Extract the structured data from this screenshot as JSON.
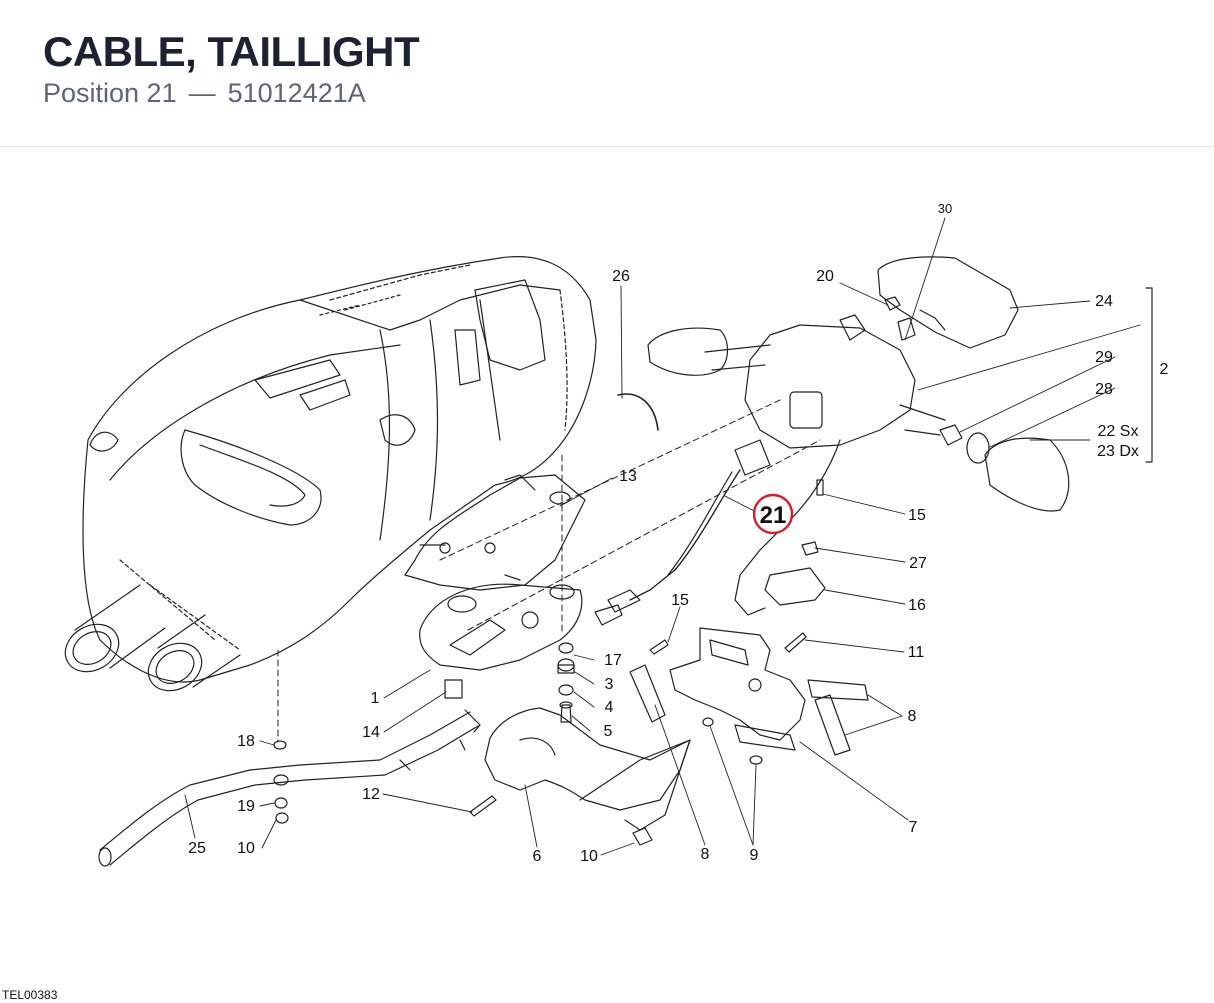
{
  "header": {
    "title": "CABLE, TAILLIGHT",
    "position_label": "Position 21",
    "separator": "—",
    "part_number": "51012421A"
  },
  "callouts": [
    {
      "id": "c30",
      "label": "30"
    },
    {
      "id": "c26",
      "label": "26"
    },
    {
      "id": "c20",
      "label": "20"
    },
    {
      "id": "c24",
      "label": "24"
    },
    {
      "id": "c29",
      "label": "29"
    },
    {
      "id": "c2",
      "label": "2"
    },
    {
      "id": "c28",
      "label": "28"
    },
    {
      "id": "c22",
      "label": "22 Sx"
    },
    {
      "id": "c23",
      "label": "23 Dx"
    },
    {
      "id": "c13",
      "label": "13"
    },
    {
      "id": "c15a",
      "label": "15"
    },
    {
      "id": "c27",
      "label": "27"
    },
    {
      "id": "c16",
      "label": "16"
    },
    {
      "id": "c15b",
      "label": "15"
    },
    {
      "id": "c11",
      "label": "11"
    },
    {
      "id": "c17",
      "label": "17"
    },
    {
      "id": "c3",
      "label": "3"
    },
    {
      "id": "c4",
      "label": "4"
    },
    {
      "id": "c5",
      "label": "5"
    },
    {
      "id": "c1",
      "label": "1"
    },
    {
      "id": "c14",
      "label": "14"
    },
    {
      "id": "c8a",
      "label": "8"
    },
    {
      "id": "c18",
      "label": "18"
    },
    {
      "id": "c19",
      "label": "19"
    },
    {
      "id": "c12",
      "label": "12"
    },
    {
      "id": "c7",
      "label": "7"
    },
    {
      "id": "c25",
      "label": "25"
    },
    {
      "id": "c10a",
      "label": "10"
    },
    {
      "id": "c6",
      "label": "6"
    },
    {
      "id": "c10b",
      "label": "10"
    },
    {
      "id": "c8b",
      "label": "8"
    },
    {
      "id": "c9",
      "label": "9"
    }
  ],
  "highlight": {
    "label": "21",
    "color": "#d0202a"
  },
  "footer": {
    "drawing_code": "TEL00383"
  }
}
